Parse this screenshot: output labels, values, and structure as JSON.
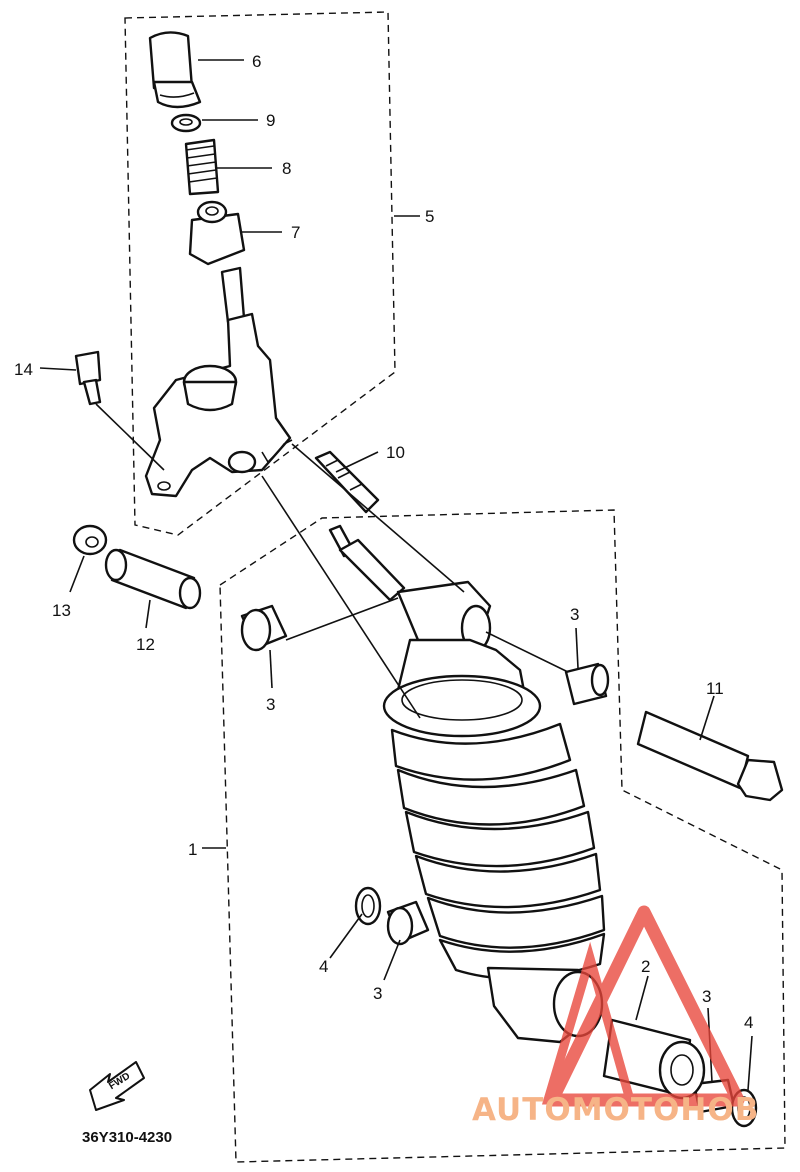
{
  "diagram": {
    "drawing_code": "36Y310-4230",
    "direction_arrow_text": "FWD",
    "watermark": {
      "text": "AUTOMOTOHOB",
      "color": "#f6b487",
      "logo_color": "#e8463a"
    },
    "callouts": [
      "1",
      "2",
      "3",
      "3",
      "3",
      "3",
      "4",
      "4",
      "5",
      "6",
      "7",
      "8",
      "9",
      "10",
      "11",
      "12",
      "13",
      "14"
    ]
  }
}
